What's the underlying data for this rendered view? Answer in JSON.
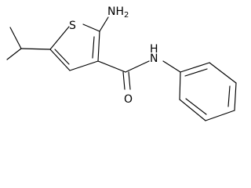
{
  "molecule": {
    "atoms": {
      "sulfur": "S",
      "amino": "NH",
      "amino_subscript": "2",
      "amide_nitrogen": "N",
      "amide_hydrogen": "H",
      "oxygen": "O"
    }
  },
  "colors": {
    "bond": "#000000",
    "background": "#ffffff"
  }
}
